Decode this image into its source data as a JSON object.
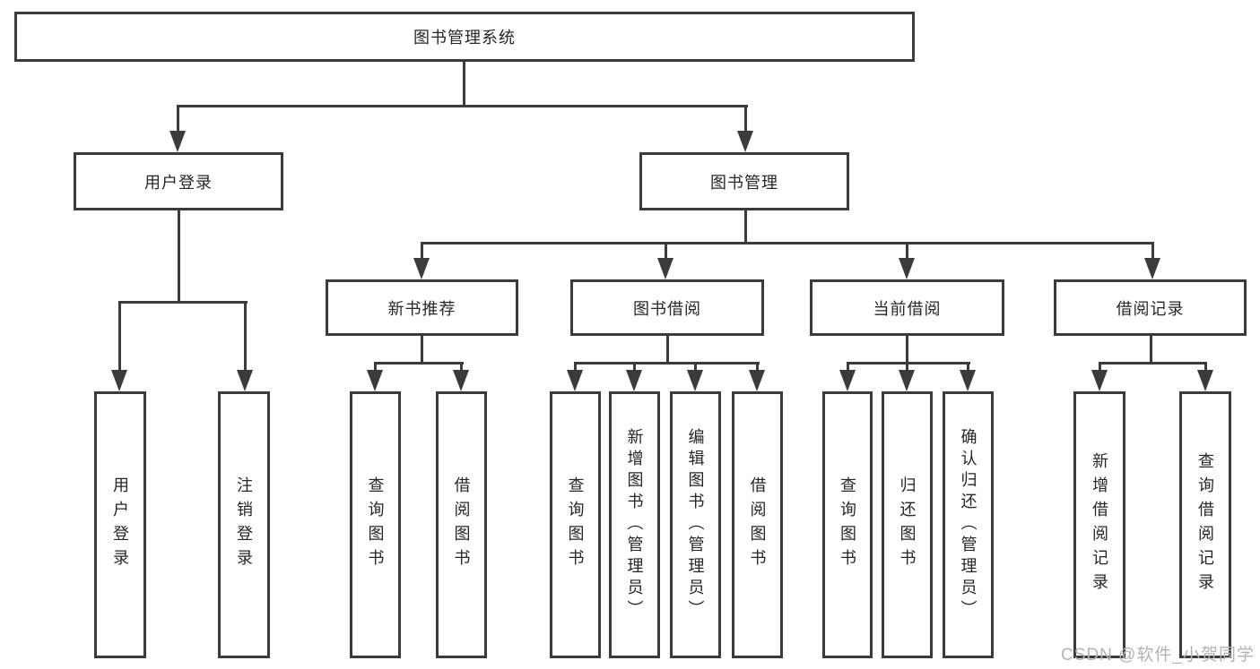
{
  "colors": {
    "line": "#3b3b3b",
    "text": "#262626",
    "watermark": "#b3b3b3",
    "background": "#ffffff"
  },
  "watermark": {
    "text": "CSDN @软件_小贺同学"
  },
  "diagram": {
    "root": {
      "label": "图书管理系统"
    },
    "branches": {
      "user_login": {
        "label": "用户登录",
        "children": [
          "用户登录",
          "注销登录"
        ]
      },
      "book_management": {
        "label": "图书管理"
      },
      "new_book_recommend": {
        "label": "新书推荐",
        "children": [
          "查询图书",
          "借阅图书"
        ]
      },
      "book_borrow": {
        "label": "图书借阅",
        "children": [
          "查询图书",
          "新增图书（管理员）",
          "编辑图书（管理员）",
          "借阅图书"
        ]
      },
      "current_borrow": {
        "label": "当前借阅",
        "children": [
          "查询图书",
          "归还图书",
          "确认归还（管理员）"
        ]
      },
      "borrow_record": {
        "label": "借阅记录",
        "children": [
          "新增借阅记录",
          "查询借阅记录"
        ]
      }
    }
  }
}
